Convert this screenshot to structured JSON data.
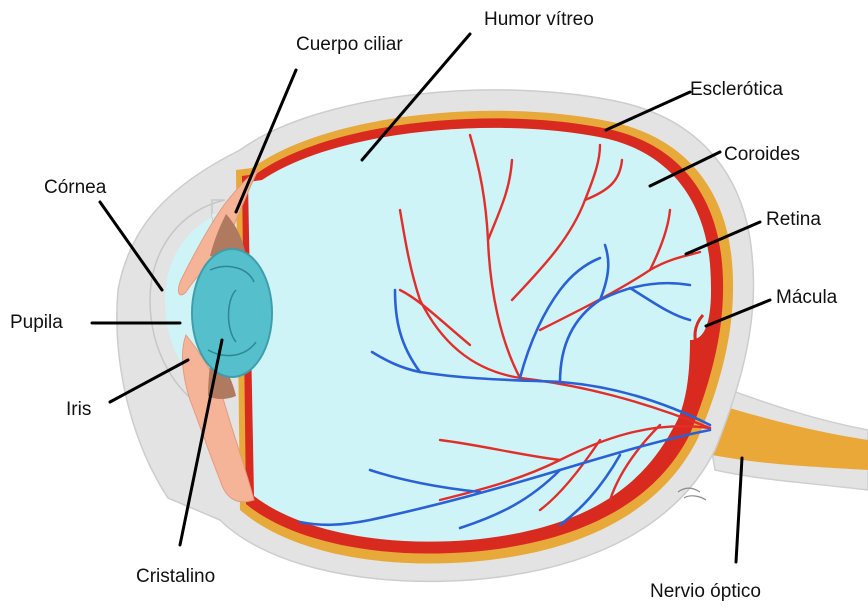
{
  "labels": {
    "humor_vitreo": "Humor vítreo",
    "cuerpo_ciliar": "Cuerpo ciliar",
    "esclerotica": "Esclerótica",
    "coroides": "Coroides",
    "cornea": "Córnea",
    "retina": "Retina",
    "macula": "Mácula",
    "pupila": "Pupila",
    "iris": "Iris",
    "cristalino": "Cristalino",
    "nervio_optico": "Nervio óptico"
  },
  "colors": {
    "sclera": "#e3e3e3",
    "choroid": "#e7a93a",
    "retina": "#d92a1f",
    "vitreous": "#cff4f7",
    "lens": "#55bfcc",
    "iris_ciliary": "#f5b498",
    "ciliary_muscle": "#b07a60",
    "artery": "#e12e2a",
    "vein": "#2a62d6",
    "leader_line": "#000000"
  }
}
